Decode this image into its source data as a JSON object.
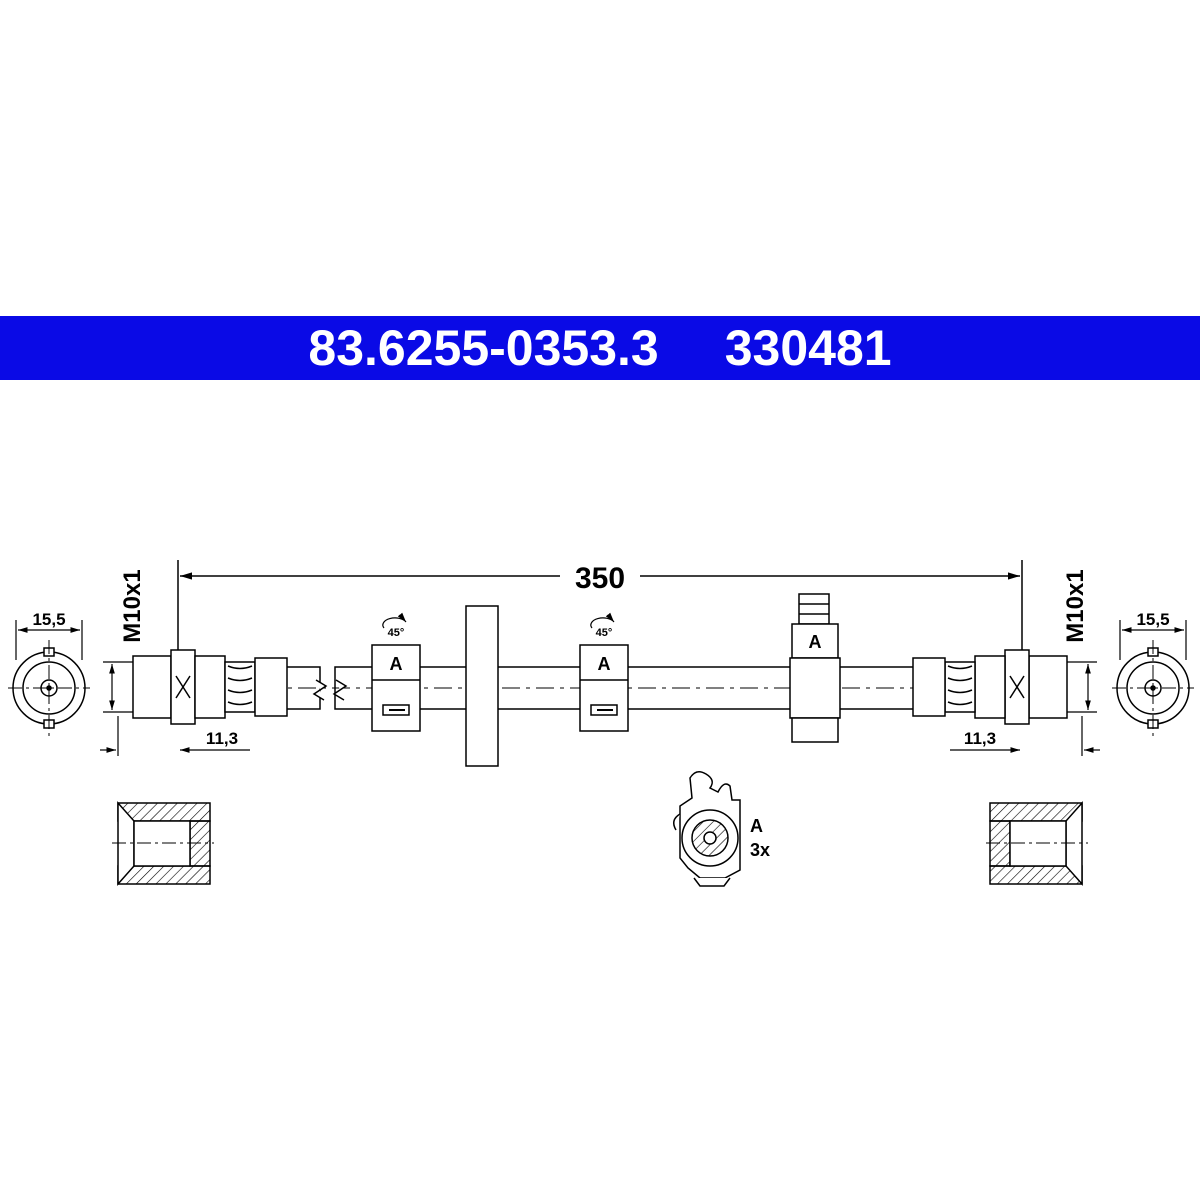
{
  "header": {
    "part_number": "83.6255-0353.3",
    "ref_number": "330481",
    "background_color": "#0a0ae6",
    "text_color": "#ffffff"
  },
  "dimensions": {
    "overall_length": "350",
    "left_thread": "M10x1",
    "right_thread": "M10x1",
    "left_hex_width": "15,5",
    "right_hex_width": "15,5",
    "left_offset": "11,3",
    "right_offset": "11,3"
  },
  "clips": {
    "label": "A",
    "rotation_1": "45°",
    "rotation_2": "45°"
  },
  "detail": {
    "label": "A",
    "quantity": "3x"
  },
  "colors": {
    "line": "#000000",
    "hatch": "#000000"
  }
}
